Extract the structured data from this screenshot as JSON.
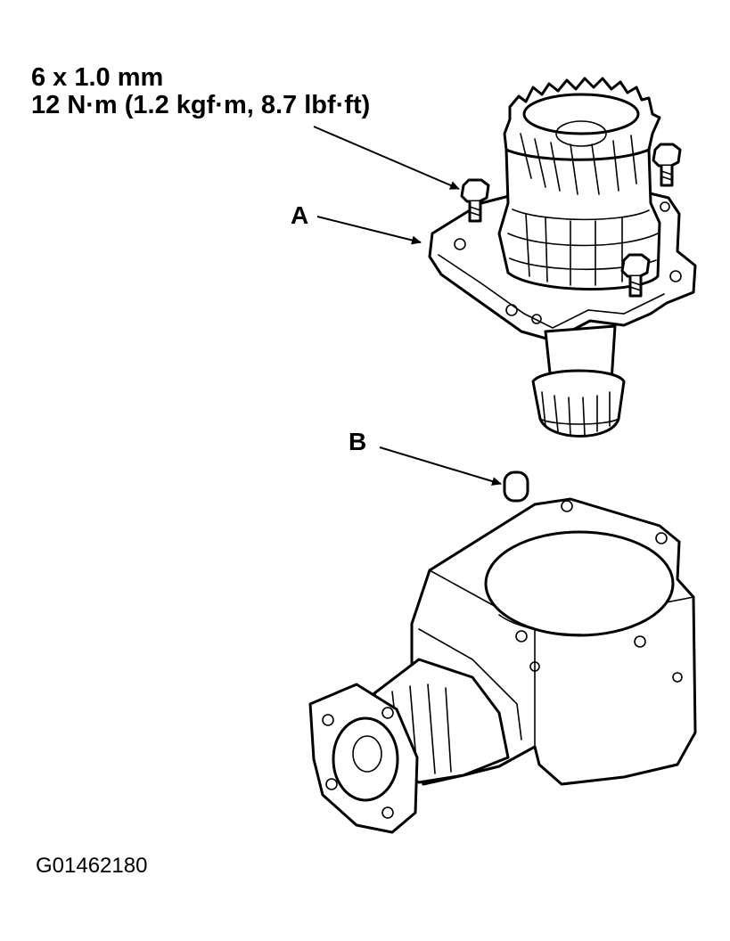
{
  "spec": {
    "size": "6 x 1.0 mm",
    "torque": "12 N·m (1.2 kgf·m, 8.7 lbf·ft)"
  },
  "callouts": {
    "a": "A",
    "b": "B"
  },
  "figure_id": "G01462180"
}
